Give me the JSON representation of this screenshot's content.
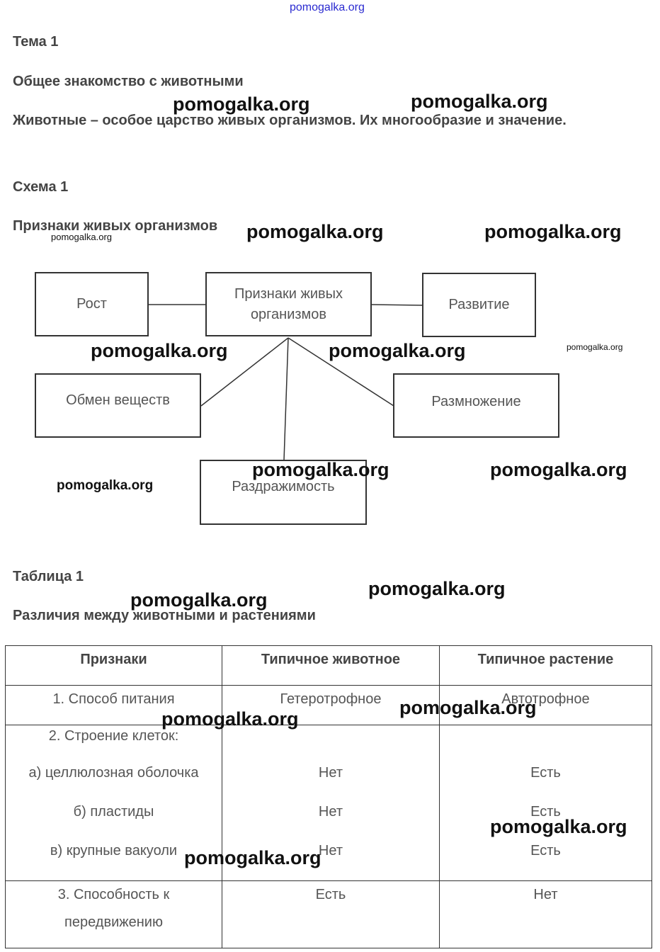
{
  "watermarks": {
    "top": "pomogalka.org",
    "w": "pomogalka.org"
  },
  "heading": {
    "topic": "Тема 1",
    "subtitle": "Общее знакомство с животными",
    "paragraph": "Животные – особое царство живых организмов. Их многообразие и значение.",
    "scheme": "Схема 1",
    "scheme_title": "Признаки живых организмов"
  },
  "diagram": {
    "center": "Признаки живых организмов",
    "growth": "Рост",
    "development": "Развитие",
    "metabolism": "Обмен веществ",
    "reproduction": "Размножение",
    "irritability": "Раздражимость"
  },
  "table_heading": {
    "label": "Таблица 1",
    "title": "Различия между животными и растениями"
  },
  "table": {
    "headers": [
      "Признаки",
      "Типичное животное",
      "Типичное растение"
    ],
    "row1": [
      "1. Способ питания",
      "Гетеротрофное",
      "Автотрофное"
    ],
    "row2": {
      "title": "2. Строение клеток:",
      "items": [
        [
          "а) целлюлозная оболочка",
          "Нет",
          "Есть"
        ],
        [
          "б) пластиды",
          "Нет",
          "Есть"
        ],
        [
          "в) крупные вакуоли",
          "Нет",
          "Есть"
        ]
      ]
    },
    "row3": [
      "3. Способность к передвижению",
      "Есть",
      "Нет"
    ]
  }
}
